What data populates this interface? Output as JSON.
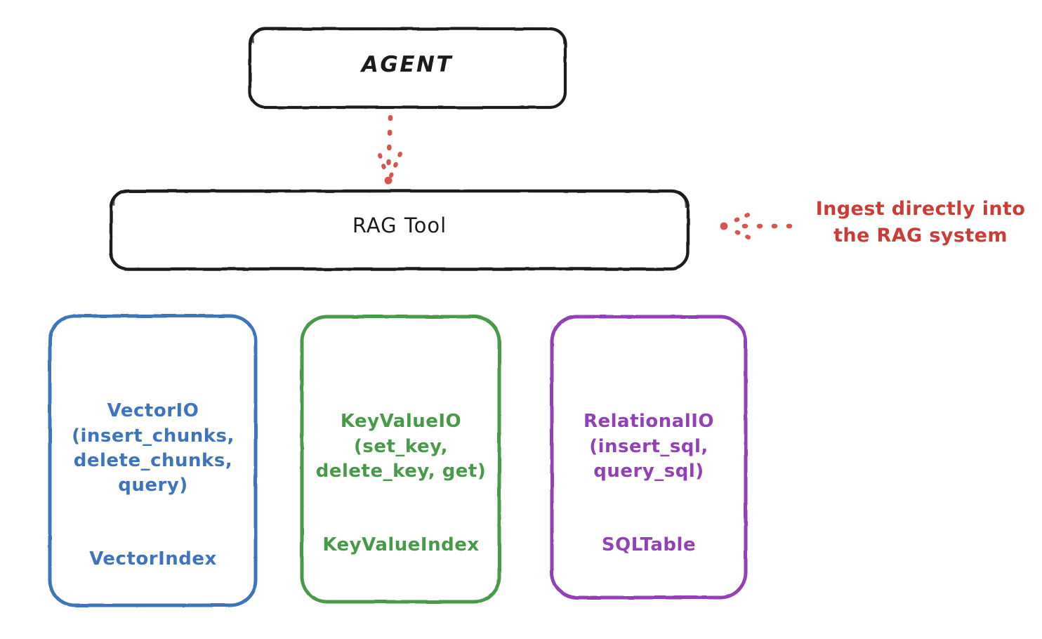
{
  "diagram": {
    "title_node": {
      "label": "AGENT"
    },
    "tool_node": {
      "label": "RAG Tool"
    },
    "annotation": {
      "text": "Ingest directly into\nthe RAG system"
    },
    "stores": [
      {
        "id": "vector",
        "api": "VectorIO\n(insert_chunks,\ndelete_chunks,\nquery)",
        "index": "VectorIndex",
        "color": "#3d74bd"
      },
      {
        "id": "keyvalue",
        "api": "KeyValueIO\n(set_key,\ndelete_key, get)",
        "index": "KeyValueIndex",
        "color": "#479a47"
      },
      {
        "id": "relational",
        "api": "RelationalIO\n(insert_sql,\nquery_sql)",
        "index": "SQLTable",
        "color": "#9340b8"
      }
    ],
    "connectors": [
      {
        "id": "agent-to-ragtool",
        "style": "dotted-arrow",
        "direction": "down",
        "color": "#d9534f"
      },
      {
        "id": "ingest-to-ragtool",
        "style": "dotted-arrow",
        "direction": "left",
        "color": "#d9534f"
      }
    ],
    "colors": {
      "stroke_dark": "#1b1b1b",
      "accent_red": "#cc3b35",
      "accent_blue": "#3d74bd",
      "accent_green": "#479a47",
      "accent_purple": "#9340b8",
      "background": "#ffffff"
    }
  }
}
